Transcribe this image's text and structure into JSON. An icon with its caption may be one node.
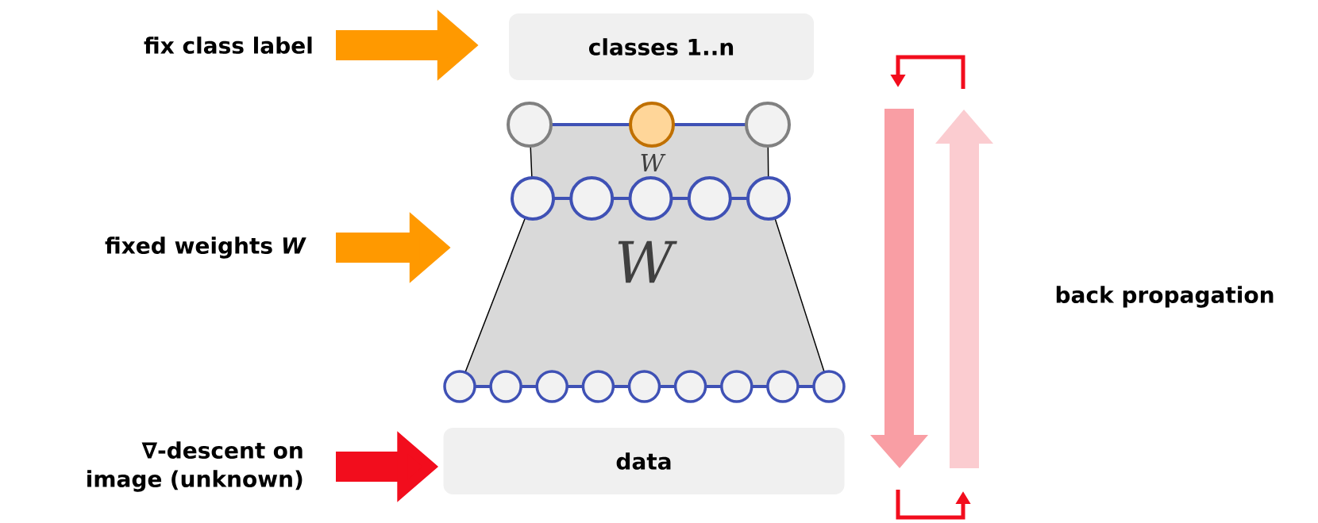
{
  "diagram": {
    "nodes": [
      {
        "text": [
          "fix class label"
        ]
      },
      {
        "text": [
          "classes 1..n"
        ]
      },
      {
        "text": [
          "fixed weights *W*"
        ]
      },
      {
        "text": [
          "W"
        ]
      },
      {
        "text": [
          "∇-descent on image (unknown)"
        ]
      },
      {
        "text": [
          "data"
        ]
      }
    ],
    "edges": [
      {
        "from": 0,
        "to": 1,
        "arrow": "to"
      },
      {
        "from": 2,
        "to": 3,
        "arrow": "to"
      },
      {
        "from": 4,
        "to": 5,
        "arrow": "to",
        "color": "#f20d1d"
      }
    ],
    "labels": [
      "W",
      "back propagation"
    ]
  }
}
